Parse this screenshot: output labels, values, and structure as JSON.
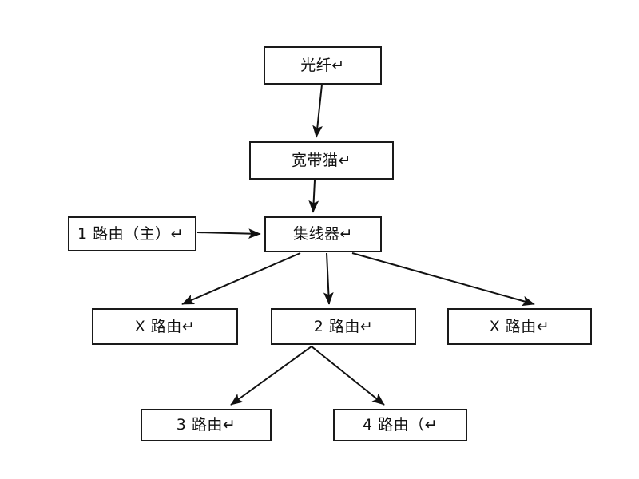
{
  "diagram": {
    "title": "",
    "background_color": "#ffffff",
    "line_color": "#1a1a1a",
    "text_color": "#111111",
    "nodes": [
      {
        "id": "fiber",
        "label": "光纤↵",
        "align": "center"
      },
      {
        "id": "modem",
        "label": "宽带猫↵",
        "align": "center"
      },
      {
        "id": "router1",
        "label": "1 路由（主）↵",
        "align": "left"
      },
      {
        "id": "hub",
        "label": "集线器↵",
        "align": "center"
      },
      {
        "id": "routerx_l",
        "label": "X 路由↵",
        "align": "center"
      },
      {
        "id": "router2",
        "label": "2 路由↵",
        "align": "center"
      },
      {
        "id": "routerx_r",
        "label": "X 路由↵",
        "align": "center"
      },
      {
        "id": "router3",
        "label": "3 路由↵",
        "align": "center"
      },
      {
        "id": "router4",
        "label": "4 路由（↵",
        "align": "center"
      }
    ],
    "edges": [
      {
        "from": "fiber",
        "to": "modem",
        "style": "arrow"
      },
      {
        "from": "modem",
        "to": "hub",
        "style": "arrow"
      },
      {
        "from": "router1",
        "to": "hub",
        "style": "arrow"
      },
      {
        "from": "hub",
        "to": "routerx_l",
        "style": "arrow"
      },
      {
        "from": "hub",
        "to": "router2",
        "style": "arrow"
      },
      {
        "from": "hub",
        "to": "routerx_r",
        "style": "arrow"
      },
      {
        "from": "router2",
        "to": "router3",
        "style": "arrow"
      },
      {
        "from": "router2",
        "to": "router4",
        "style": "arrow"
      }
    ]
  }
}
